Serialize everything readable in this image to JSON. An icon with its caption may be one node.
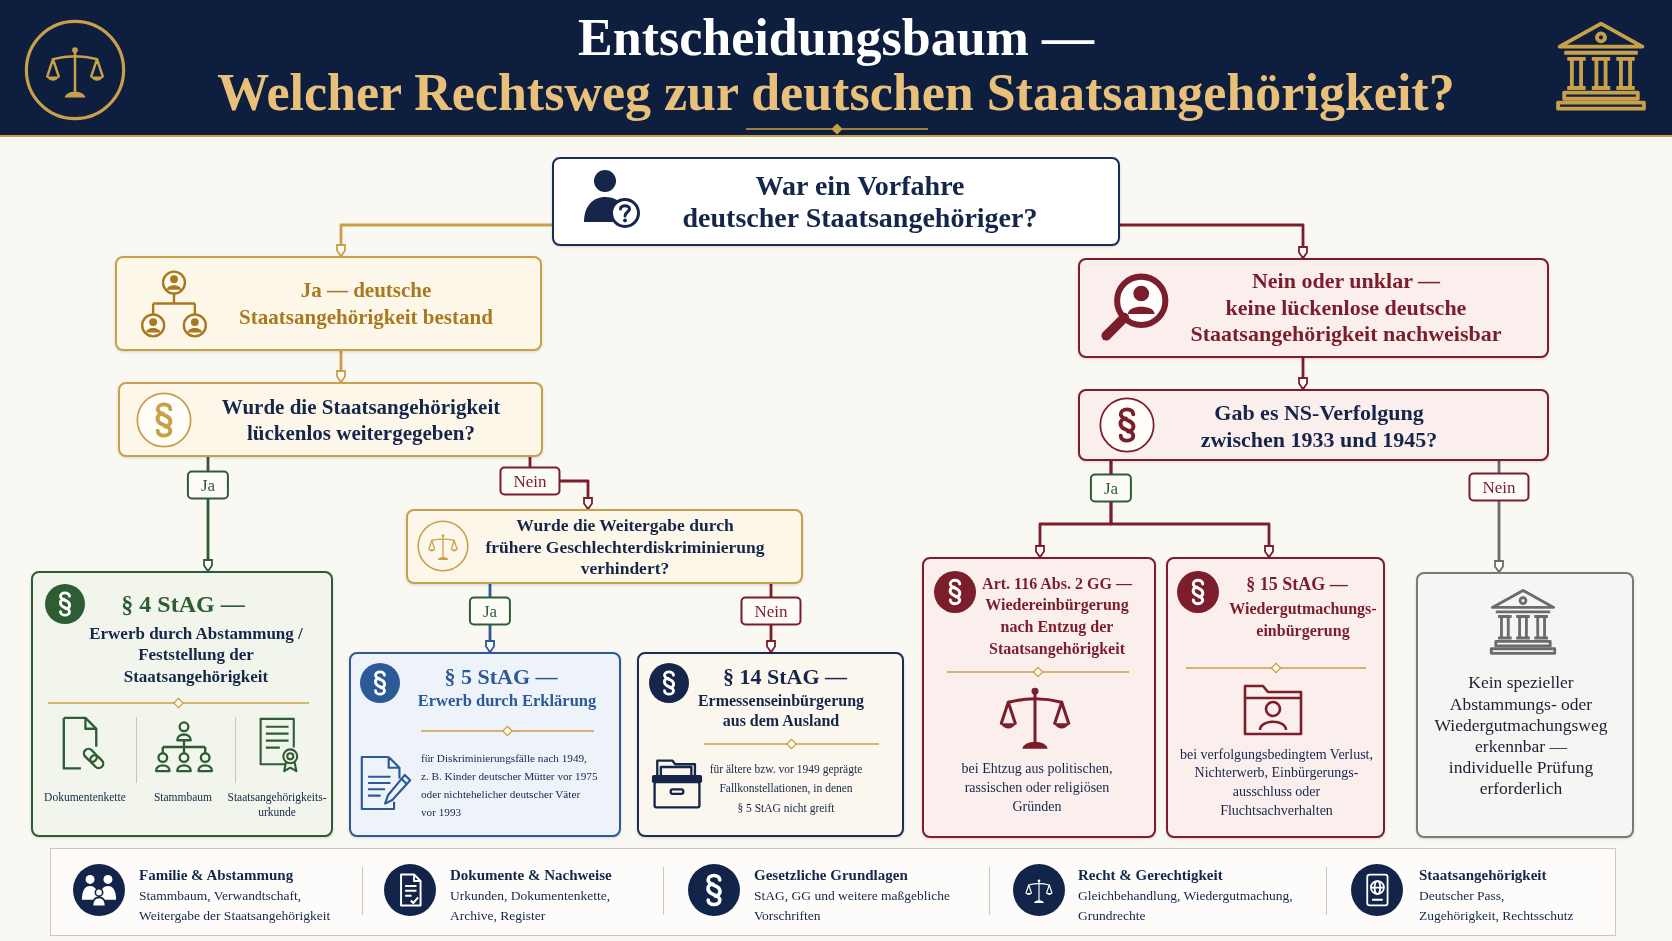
{
  "diagram": {
    "title": "Entscheidungsbaum — Welcher Rechtsweg zur deutschen Staatsangehörigkeit?",
    "nodes": [
      {
        "text": [
          "War ein Vorfahre deutscher Staatsangehöriger?"
        ]
      },
      {
        "text": [
          "Ja — deutsche Staatsangehörigkeit bestand"
        ]
      },
      {
        "text": [
          "Wurde die Staatsangehörigkeit lückenlos weitergegeben?"
        ]
      },
      {
        "text": [
          "Nein oder unklar — keine lückenlose deutsche Staatsangehörigkeit nachweisbar"
        ]
      },
      {
        "text": [
          "Gab es NS-Verfolgung zwischen 1933 und 1945?"
        ]
      },
      {
        "text": [
          "Wurde die Weitergabe durch frühere Geschlechterdiskriminierung verhindert?"
        ]
      },
      {
        "text": [
          "§ 4 StAG —",
          "Erwerb durch Abstammung / Feststellung der Staatsangehörigkeit",
          "Dokumentenkette",
          "Stammbaum",
          "Staatsangehörigkeits- urkunde"
        ]
      },
      {
        "text": [
          "§ 5 StAG —",
          "Erwerb durch Erklärung",
          "für Diskriminierungsfälle nach 1949, z. B. Kinder deutscher Mütter vor 1975 oder nichtehelicher deutscher Väter vor 1993"
        ]
      },
      {
        "text": [
          "§ 14 StAG —",
          "Ermessenseinbürgerung aus dem Ausland",
          "für ältere bzw. vor 1949 geprägte Fallkonstellationen, in denen § 5 StAG nicht greift"
        ]
      },
      {
        "text": [
          "Art. 116 Abs. 2 GG — Wiedereinbürgerung nach Entzug der Staatsangehörigkeit",
          "bei Ehtzug aus politischen, rassischen oder religiösen Gründen"
        ]
      },
      {
        "text": [
          "§ 15 StAG —",
          "Wiedergutmachungs- einbürgerung",
          "bei verfolgungsbedingtem Verlust, Nichterwerb, Einbürgerungs- ausschluss oder Fluchtsachverhalten"
        ]
      },
      {
        "text": [
          "Kein spezieller Abstammungs- oder Wiedergutmachungsweg erkennbar — individuelle Prüfung erforderlich"
        ]
      }
    ],
    "edges": [
      {
        "from": 0,
        "to": 1,
        "arrow": "to",
        "color": "#c9a04a"
      },
      {
        "from": 0,
        "to": 3,
        "arrow": "to"
      },
      {
        "from": 1,
        "to": 2,
        "arrow": "to",
        "color": "#c9a04a"
      },
      {
        "from": 3,
        "to": 4,
        "arrow": "to"
      },
      {
        "from": 2,
        "to": 6,
        "arrow": "to",
        "label": "Ja",
        "color": "#2e5d34"
      },
      {
        "from": 2,
        "to": 5,
        "arrow": "to",
        "label": "Nein"
      },
      {
        "from": 5,
        "to": 7,
        "arrow": "to",
        "label": "Ja",
        "color": "#2b5a97"
      },
      {
        "from": 5,
        "to": 8,
        "arrow": "to",
        "label": "Nein"
      },
      {
        "from": 4,
        "to": 9,
        "arrow": "to",
        "label": "Ja"
      },
      {
        "from": 4,
        "to": 10,
        "arrow": "to"
      },
      {
        "from": 4,
        "to": 11,
        "arrow": "to",
        "label": "Nein",
        "color": "#6b6b6b"
      }
    ],
    "labels": [
      "Familie & Abstammung",
      "Stammbaum, Verwandtschaft, Weitergabe der Staatsangehörigkeit",
      "Dokumente & Nachweise",
      "Urkunden, Dokumentenkette, Archive, Register",
      "Gesetzliche Grundlagen",
      "StAG, GG und weitere maßgebliche Vorschriften",
      "Recht & Gerechtigkeit",
      "Gleichbehandlung, Wiedergutmachung, Grundrechte",
      "Staatsangehörigkeit",
      "Deutscher Pass, Zugehörigkeit, Rechtsschutz"
    ]
  }
}
